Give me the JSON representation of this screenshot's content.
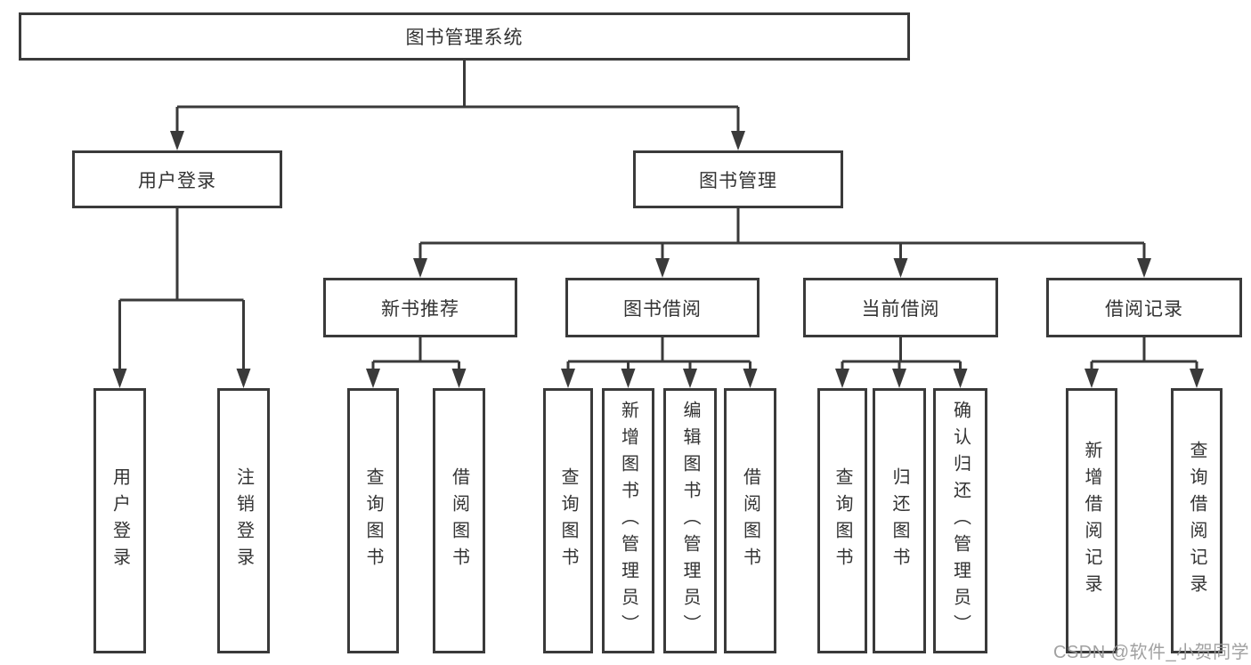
{
  "diagram": {
    "type": "hierarchy-diagram",
    "colors": {
      "line": "#3a3a3a",
      "box_border": "#3a3a3a",
      "box_fill": "#ffffff",
      "text": "#333333",
      "watermark": "#999999",
      "background": "#ffffff"
    },
    "tree": {
      "root": {
        "label": "图书管理系统",
        "children": [
          {
            "label": "用户登录",
            "children": [
              {
                "label": "用户登录"
              },
              {
                "label": "注销登录"
              }
            ]
          },
          {
            "label": "图书管理",
            "children": [
              {
                "label": "新书推荐",
                "children": [
                  {
                    "label": "查询图书"
                  },
                  {
                    "label": "借阅图书"
                  }
                ]
              },
              {
                "label": "图书借阅",
                "children": [
                  {
                    "label": "查询图书"
                  },
                  {
                    "label": "新增图书（管理员）"
                  },
                  {
                    "label": "编辑图书（管理员）"
                  },
                  {
                    "label": "借阅图书"
                  }
                ]
              },
              {
                "label": "当前借阅",
                "children": [
                  {
                    "label": "查询图书"
                  },
                  {
                    "label": "归还图书"
                  },
                  {
                    "label": "确认归还（管理员）"
                  }
                ]
              },
              {
                "label": "借阅记录",
                "children": [
                  {
                    "label": "新增借阅记录"
                  },
                  {
                    "label": "查询借阅记录"
                  }
                ]
              }
            ]
          }
        ]
      }
    },
    "watermark": {
      "text": "CSDN @软件_小贺同学"
    }
  }
}
